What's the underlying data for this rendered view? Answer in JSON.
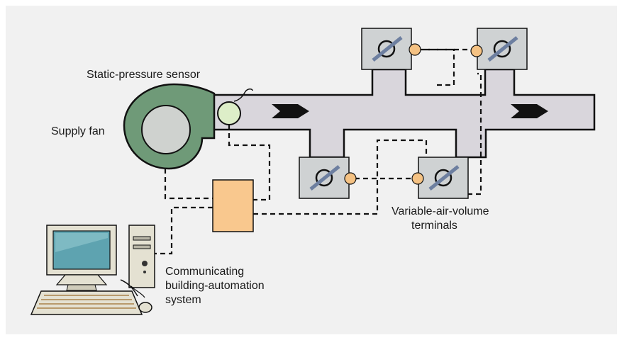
{
  "labels": {
    "static_pressure_sensor": "Static-pressure sensor",
    "supply_fan": "Supply fan",
    "vav_line1": "Variable-air-volume",
    "vav_line2": "terminals",
    "bas_line1": "Communicating",
    "bas_line2": "building-automation",
    "bas_line3": "system"
  },
  "colors": {
    "background": "#f1f1f1",
    "duct": "#d9d6dc",
    "fan": "#6f9a78",
    "fan_hub": "#cfd2cf",
    "sensor": "#ddeec8",
    "controller": "#f9c88e",
    "terminal_box": "#cfd2d3",
    "terminal_dot": "#f5c283",
    "damper": "#6d7fa0",
    "computer": "#e4e1d2",
    "screen": "#5ea3b0"
  },
  "icons": [
    "arrow-icon",
    "damper-icon",
    "computer-icon",
    "keyboard-icon",
    "mouse-icon"
  ]
}
